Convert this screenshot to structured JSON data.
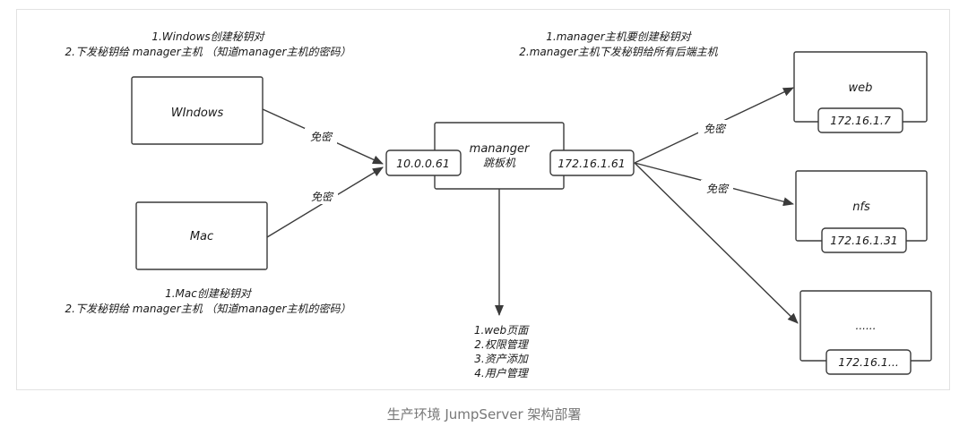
{
  "diagram": {
    "windows_note": [
      "1.Windows创建秘钥对",
      "2.下发秘钥给 manager主机 （知道manager主机的密码）"
    ],
    "mac_note": [
      "1.Mac创建秘钥对",
      "2.下发秘钥给 manager主机 （知道manager主机的密码）"
    ],
    "manager_note": [
      "1.manager主机要创建秘钥对",
      "2.manager主机下发秘钥给所有后端主机"
    ],
    "windows_label": "WIndows",
    "mac_label": "Mac",
    "jump_label_1": "mananger",
    "jump_label_2": "跳板机",
    "jump_ip_left": "10.0.0.61",
    "jump_ip_right": "172.16.1.61",
    "edge_label": "免密",
    "web_label": "web",
    "web_ip": "172.16.1.7",
    "nfs_label": "nfs",
    "nfs_ip": "172.16.1.31",
    "more_label": "......",
    "more_ip": "172.16.1...",
    "features": [
      "1.web页面",
      "2.权限管理",
      "3.资产添加",
      "4.用户管理"
    ]
  },
  "caption": "生产环境 JumpServer 架构部署"
}
